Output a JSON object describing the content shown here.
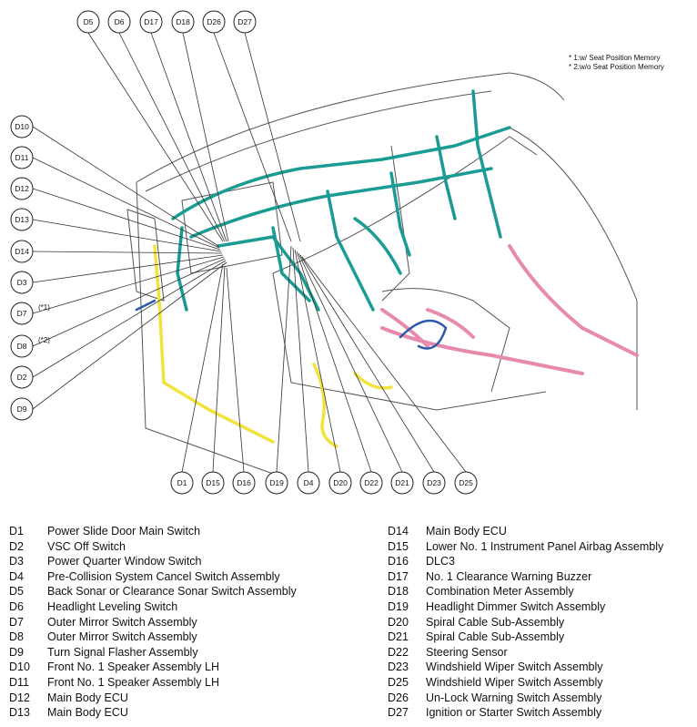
{
  "notes": [
    "* 1:w/ Seat Position Memory",
    "* 2:w/o Seat Position Memory"
  ],
  "callouts_top": [
    "D5",
    "D6",
    "D17",
    "D18",
    "D26",
    "D27"
  ],
  "callouts_left": [
    "D10",
    "D11",
    "D12",
    "D13",
    "D14",
    "D3",
    "D7",
    "D8",
    "D2",
    "D9"
  ],
  "callouts_bottom": [
    "D1",
    "D15",
    "D16",
    "D19",
    "D4",
    "D20",
    "D22",
    "D21",
    "D23",
    "D25"
  ],
  "tags": {
    "d7": "(*1)",
    "d8": "(*2)"
  },
  "legend_left": [
    {
      "code": "D1",
      "name": "Power Slide Door Main Switch"
    },
    {
      "code": "D2",
      "name": "VSC Off Switch"
    },
    {
      "code": "D3",
      "name": "Power Quarter Window Switch"
    },
    {
      "code": "D4",
      "name": "Pre-Collision System Cancel Switch Assembly"
    },
    {
      "code": "D5",
      "name": "Back Sonar or Clearance Sonar Switch Assembly"
    },
    {
      "code": "D6",
      "name": "Headlight Leveling Switch"
    },
    {
      "code": "D7",
      "name": "Outer Mirror Switch Assembly"
    },
    {
      "code": "D8",
      "name": "Outer Mirror Switch Assembly"
    },
    {
      "code": "D9",
      "name": "Turn Signal Flasher Assembly"
    },
    {
      "code": "D10",
      "name": "Front No. 1 Speaker Assembly LH"
    },
    {
      "code": "D11",
      "name": "Front No. 1 Speaker Assembly LH"
    },
    {
      "code": "D12",
      "name": "Main Body ECU"
    },
    {
      "code": "D13",
      "name": "Main Body ECU"
    }
  ],
  "legend_right": [
    {
      "code": "D14",
      "name": "Main Body ECU"
    },
    {
      "code": "D15",
      "name": "Lower No. 1 Instrument Panel Airbag Assembly"
    },
    {
      "code": "D16",
      "name": "DLC3"
    },
    {
      "code": "D17",
      "name": "No. 1 Clearance Warning Buzzer"
    },
    {
      "code": "D18",
      "name": "Combination Meter Assembly"
    },
    {
      "code": "D19",
      "name": "Headlight Dimmer Switch Assembly"
    },
    {
      "code": "D20",
      "name": "Spiral Cable Sub-Assembly"
    },
    {
      "code": "D21",
      "name": "Spiral Cable Sub-Assembly"
    },
    {
      "code": "D22",
      "name": "Steering Sensor"
    },
    {
      "code": "D23",
      "name": "Windshield Wiper Switch Assembly"
    },
    {
      "code": "D25",
      "name": "Windshield Wiper Switch Assembly"
    },
    {
      "code": "D26",
      "name": "Un-Lock Warning Switch Assembly"
    },
    {
      "code": "D27",
      "name": "Ignition or Starter Switch Assembly"
    }
  ],
  "colors": {
    "harness_main": "#1a9c94",
    "harness_yellow": "#f2e23c",
    "harness_pink": "#e889ae",
    "harness_blue": "#2c5aa8",
    "outline": "#333333"
  }
}
